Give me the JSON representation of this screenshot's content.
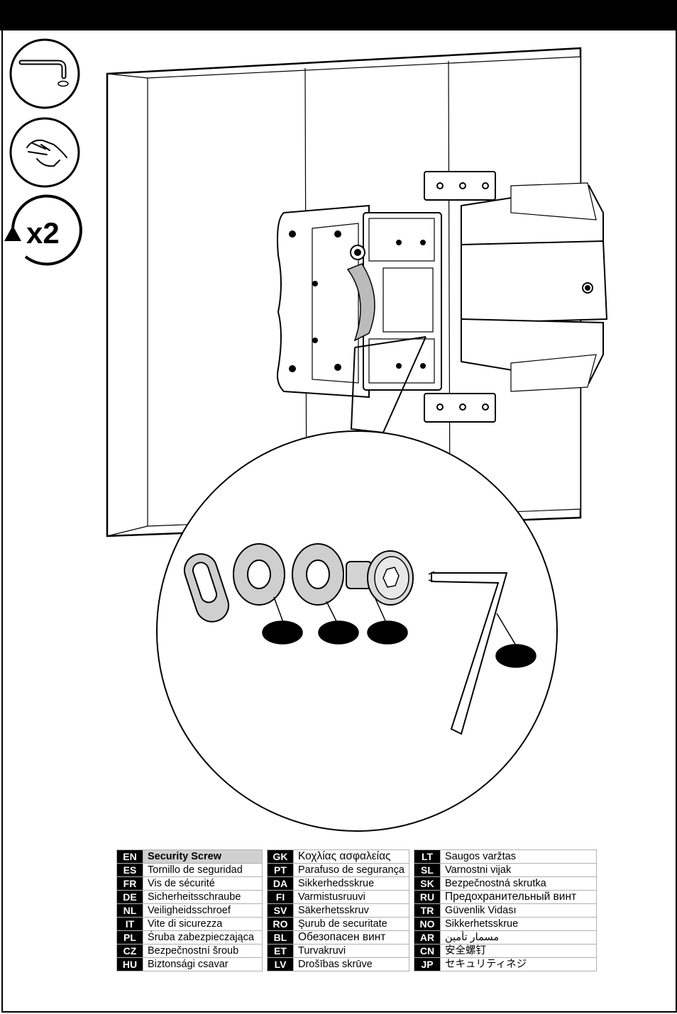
{
  "repeat": {
    "label": "x2"
  },
  "icons": {
    "tool": "allen-key-icon",
    "hand": "hand-tighten-icon",
    "repeat": "rotate-arrow-icon"
  },
  "legend": {
    "columns": [
      [
        {
          "code": "EN",
          "text": "Security Screw",
          "highlight": true
        },
        {
          "code": "ES",
          "text": "Tornillo de seguridad"
        },
        {
          "code": "FR",
          "text": "Vis de sécurité"
        },
        {
          "code": "DE",
          "text": "Sicherheitsschraube"
        },
        {
          "code": "NL",
          "text": "Veiligheidsschroef"
        },
        {
          "code": "IT",
          "text": "Vite di sicurezza"
        },
        {
          "code": "PL",
          "text": "Śruba zabezpieczająca"
        },
        {
          "code": "CZ",
          "text": "Bezpečnostní šroub"
        },
        {
          "code": "HU",
          "text": "Biztonsági csavar"
        }
      ],
      [
        {
          "code": "GK",
          "text": "Κοχλίας ασφαλείας"
        },
        {
          "code": "PT",
          "text": "Parafuso de segurança"
        },
        {
          "code": "DA",
          "text": "Sikkerhedsskrue"
        },
        {
          "code": "FI",
          "text": "Varmistusruuvi"
        },
        {
          "code": "SV",
          "text": "Säkerhetsskruv"
        },
        {
          "code": "RO",
          "text": "Şurub de securitate"
        },
        {
          "code": "BL",
          "text": "Обезопасен винт"
        },
        {
          "code": "ET",
          "text": "Turvakruvi"
        },
        {
          "code": "LV",
          "text": "Drošības skrūve"
        }
      ],
      [
        {
          "code": "LT",
          "text": "Saugos varžtas"
        },
        {
          "code": "SL",
          "text": "Varnostni vijak"
        },
        {
          "code": "SK",
          "text": "Bezpečnostná skrutka"
        },
        {
          "code": "RU",
          "text": "Предохранительный винт"
        },
        {
          "code": "TR",
          "text": "Güvenlik Vidası"
        },
        {
          "code": "NO",
          "text": "Sikkerhetsskrue"
        },
        {
          "code": "AR",
          "text": "مسمار تأمين"
        },
        {
          "code": "CN",
          "text": "安全螺钉"
        },
        {
          "code": "JP",
          "text": "セキュリティネジ"
        }
      ]
    ]
  }
}
